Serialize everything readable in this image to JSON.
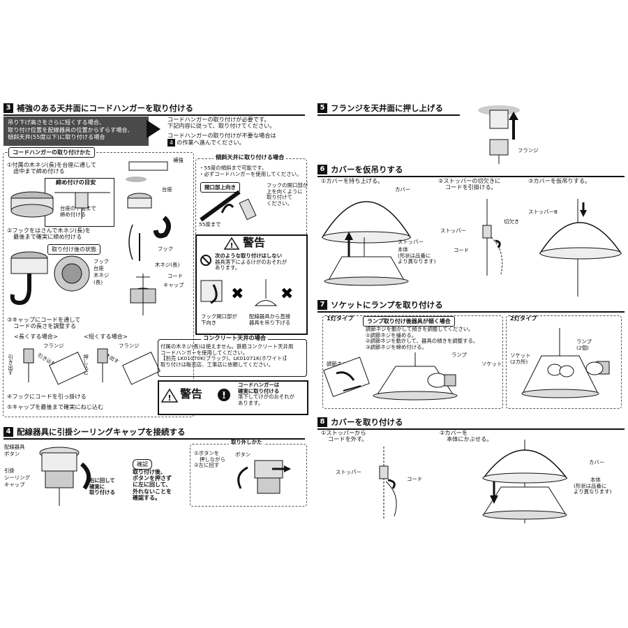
{
  "s3": {
    "num": "3",
    "title": "補強のある天井面にコードハンガーを取り付ける",
    "cond_box": [
      "吊り下げ高さをさらに短くする場合、",
      "取り付け位置を配線器具の位置からずらす場合、",
      "傾斜天井(55度以下)に取り付ける場合"
    ],
    "cond_result": [
      "コードハンガーの取り付けが必要です。",
      "下記内容に従って、取り付けてください。"
    ],
    "cond_result2": [
      "コードハンガーの取り付けが不要な場合は",
      "の作業へ進んでください。"
    ],
    "cond_result2_num": "4",
    "howto_title": "コードハンガーの取り付けかた",
    "step1": [
      "①付属の木ネジ(長)を台座に通して",
      "途中まで締め付ける"
    ],
    "guide_label": "締め付けの目安",
    "guide_text": [
      "台座の下面まで",
      "締め付ける"
    ],
    "step2": [
      "②フックをはさんで木ネジ(長)を",
      "最後まで確実に締め付ける"
    ],
    "after_label": "取り付け後の状態",
    "after_parts": [
      "フック",
      "台座",
      "木ネジ",
      "(長)"
    ],
    "step3": [
      "③キャップにコードを通して",
      "コードの長さを調整する"
    ],
    "longer": "<長くする場合>",
    "shorter": "<短くする場合>",
    "flange": "フランジ",
    "pull_out": "引き出す",
    "push_in": "押し込む",
    "pull_in": "引き込む",
    "push_in2": "押し込む",
    "pull_out2": "引き出す",
    "step4": "④フックにコードを引っ掛ける",
    "step5": "⑤キャップを最後まで確実にねじ込む",
    "diagram_labels": {
      "reinforce": "補強",
      "base": "台座",
      "hook": "フック",
      "screw": "木ネジ(長)",
      "cord": "コード",
      "cap": "キャップ"
    },
    "slope_title": "傾斜天井に取り付ける場合",
    "slope_lines": [
      "・55度の傾斜まで可能です。",
      "・必ずコードハンガーを使用してください。"
    ],
    "opening_up": "開口部上向き",
    "deg55": "55度まで",
    "opening_note": [
      "フックの開口部が",
      "上を向くように",
      "取り付けて",
      "ください。"
    ],
    "warning_title": "警告",
    "warning_sub": [
      "次のような取り付けはしない",
      "器具落下によるけがのおそれが",
      "あります。"
    ],
    "ng1": [
      "フック開口部が",
      "下向き"
    ],
    "ng2": [
      "配線器具から直接",
      "器具を吊り下げる"
    ],
    "concrete_title": "コンクリート天井の場合",
    "concrete_lines": [
      "付属の木ネジ(長)は使えません。鉄筋コンクリート天井用",
      "コードハンガーを使用してください。",
      "【別売 LK01070K(ブラック)、LK01071K(ホワイト)】",
      "取り付けは販売店、工事店に依頼してください。"
    ],
    "warn2_title": "警告",
    "warn2_text": [
      "コードハンガーは",
      "確実に取り付ける",
      "落下してけがのおそれが",
      "あります。"
    ]
  },
  "s4": {
    "num": "4",
    "title": "配線器具に引掛シーリングキャップを接続する",
    "labels": [
      "配線器具",
      "ボタン",
      "引掛",
      "シーリング",
      "キャップ"
    ],
    "turn": [
      "右に回して",
      "確実に",
      "取り付ける"
    ],
    "check_label": "確認",
    "check_lines": [
      "取り付け後、",
      "ボタンを押さず",
      "に左に回して、",
      "外れないことを",
      "確認する。"
    ],
    "remove_title": "取り外しかた",
    "remove_lines": [
      "①ボタンを",
      "押しながら",
      "②左に回す"
    ],
    "btn": "ボタン"
  },
  "s5": {
    "num": "5",
    "title": "フランジを天井面に押し上げる",
    "flange": "フランジ"
  },
  "s6": {
    "num": "6",
    "title": "カバーを仮吊りする",
    "c1": "①カバーを持ち上げる。",
    "c2": [
      "②ストッパーの切欠きに",
      "コードを引掛ける。"
    ],
    "c3": "③カバーを仮吊りする。",
    "cover": "カバー",
    "stopper": "ストッパー",
    "body": [
      "本体",
      "(形状は品番に",
      "より異なります)"
    ],
    "notch": "切欠き",
    "stopper2": "ストッパー",
    "cord": "コード",
    "stopperB": "ストッパーB"
  },
  "s7": {
    "num": "7",
    "title": "ソケットにランプを取り付ける",
    "type1": "1灯タイプ",
    "adjust_title": "ランプ取り付け後器具が傾く場合",
    "adjust_lines": [
      "調節ネジを動かして傾きを調整してください。",
      "①調節ネジを緩める。",
      "②調節ネジを動かして、器具の傾きを調整する。",
      "③調節ネジを締め付ける。"
    ],
    "adj_screw": "調節ネジ",
    "lamp": "ランプ",
    "socket": "ソケット",
    "type2": "2灯タイプ",
    "lamp2": [
      "ランプ",
      "(2個)"
    ],
    "socket2": [
      "ソケット",
      "(2カ所)"
    ]
  },
  "s8": {
    "num": "8",
    "title": "カバーを取り付ける",
    "c1": [
      "①ストッパーから",
      "コードを外す。"
    ],
    "c2": [
      "②カバーを",
      "本体にかぶせる。"
    ],
    "stopper": "ストッパー",
    "cord": "コード",
    "cover": "カバー",
    "body": [
      "本体",
      "(形状は品番に",
      "より異なります)"
    ]
  }
}
